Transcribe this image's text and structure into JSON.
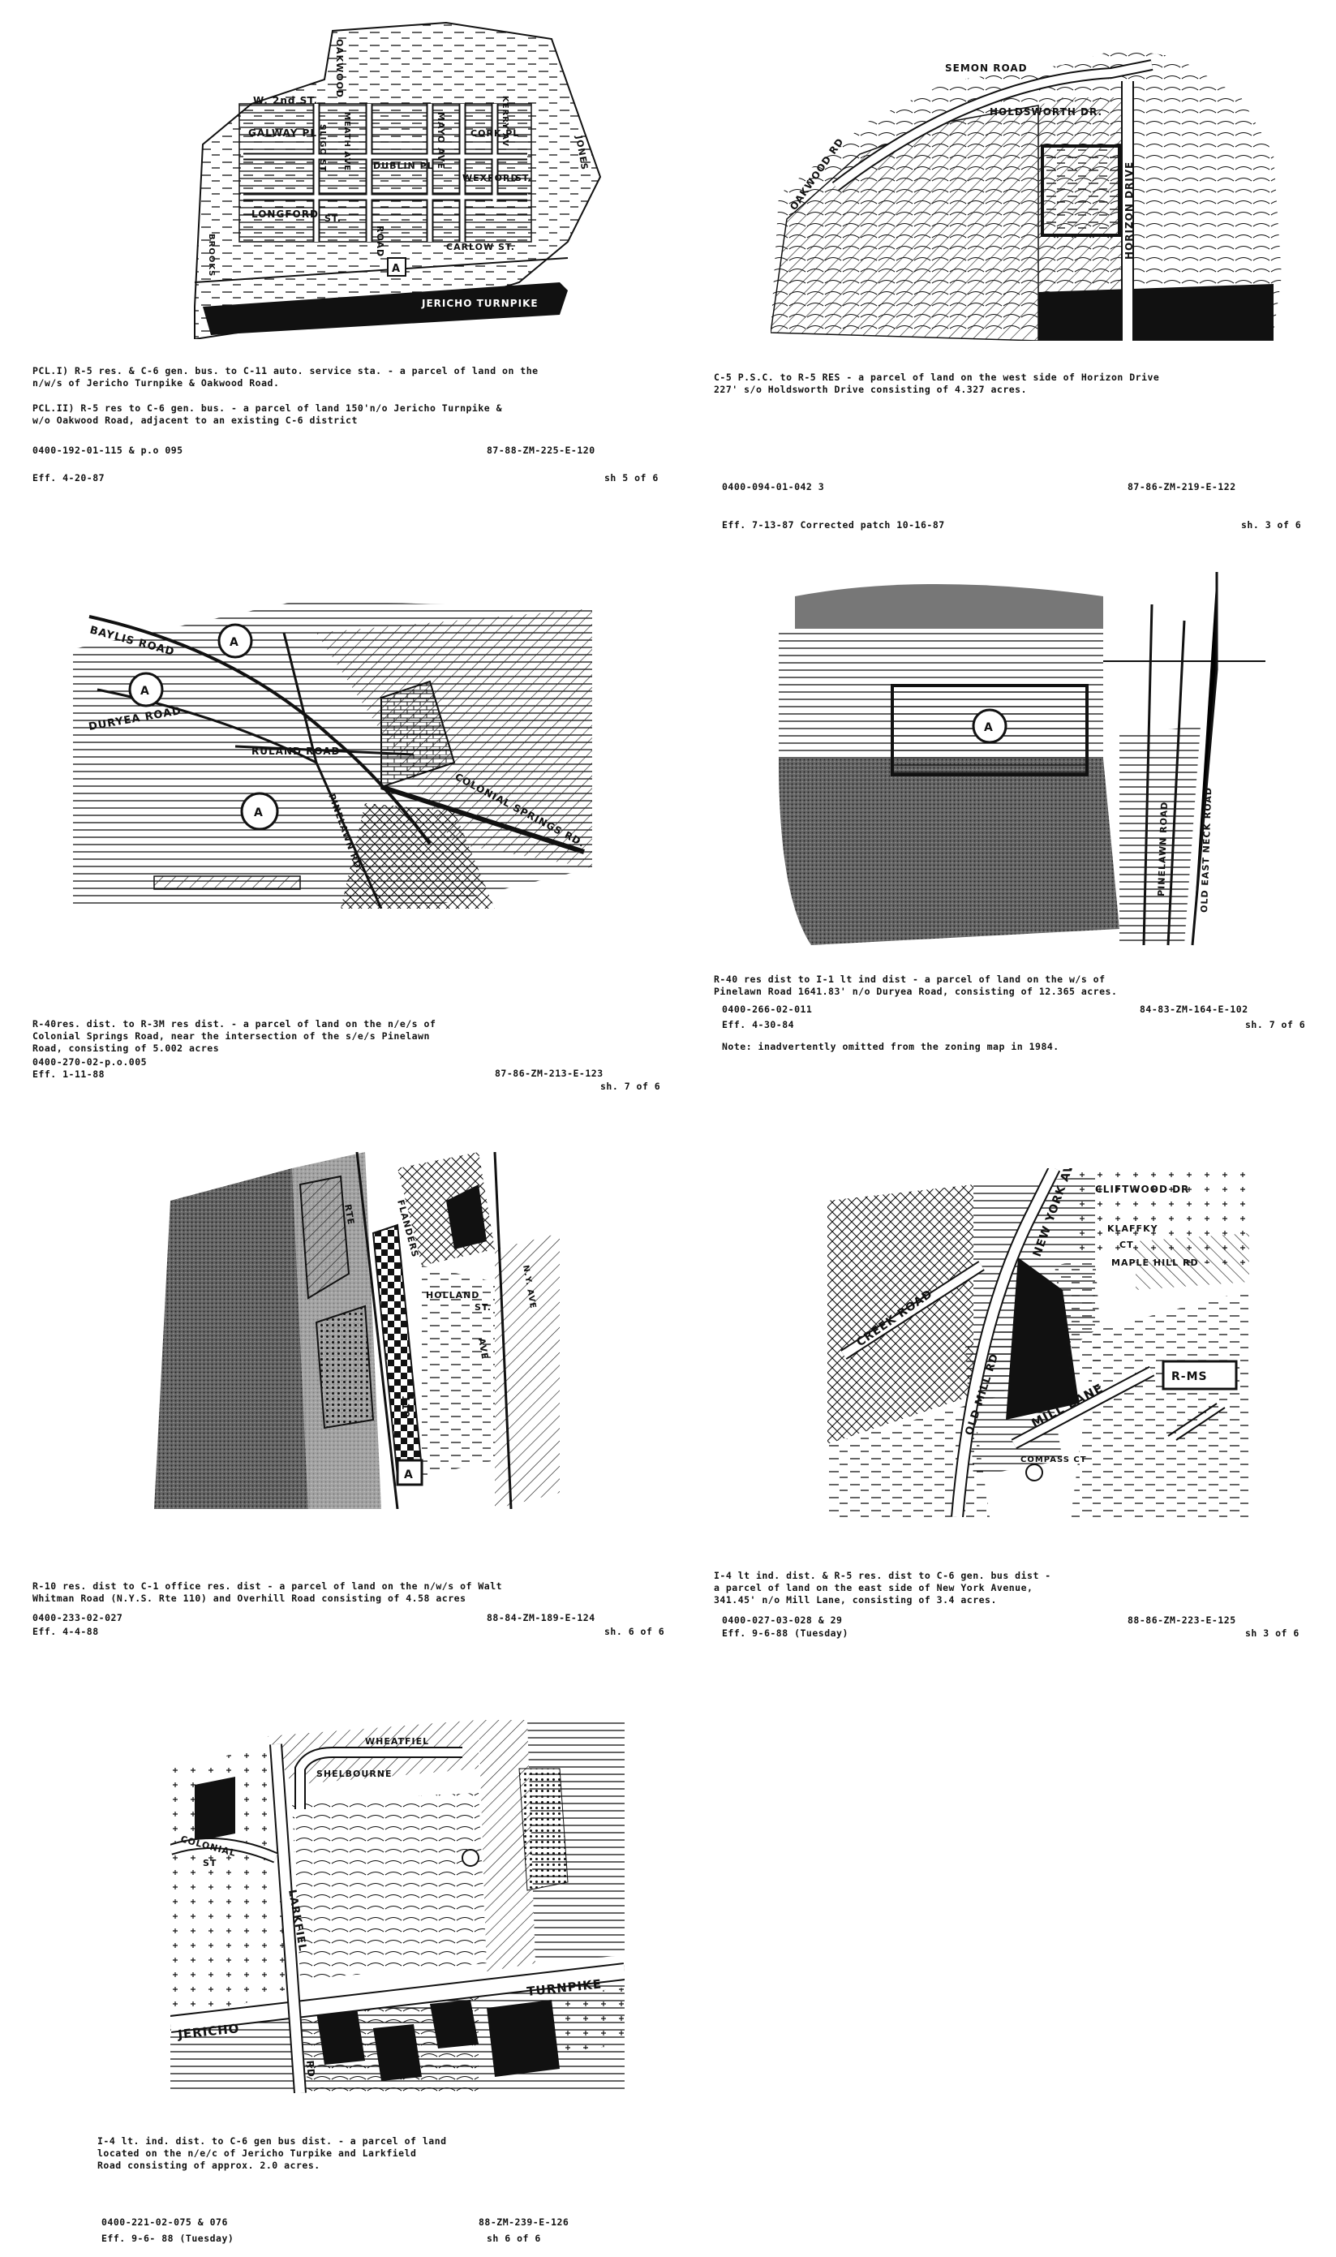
{
  "panels": [
    {
      "labels": [
        "W. 2nd ST.",
        "GALWAY PL",
        "SLIGO ST",
        "MEATH AVE",
        "DUBLIN PL",
        "OAKWOOD",
        "MAYO AVE",
        "CORK PL",
        "KERRY AV",
        "JONES",
        "WEXFORD",
        "ST.",
        "LONGFORD",
        "ST.",
        "ROAD",
        "CARLOW ST.",
        "BROOKS",
        "JERICHO TURNPIKE",
        "A"
      ],
      "caption1": "PCL.I) R-5 res. & C-6 gen. bus. to C-11 auto. service sta. - a parcel of land on the\n      n/w/s of Jericho Turnpike & Oakwood Road.",
      "caption2": "PCL.II) R-5 res to C-6 gen. bus. - a parcel of land 150'n/o Jericho Turnpike &\n      w/o Oakwood Road, adjacent to an existing C-6 district",
      "ref_left": "0400-192-01-115 & p.o 095",
      "ref_right": "87-88-ZM-225-E-120",
      "eff": "Eff. 4-20-87",
      "sheet": "sh 5 of 6"
    },
    {
      "labels": [
        "SEMON ROAD",
        "HOLDSWORTH DR.",
        "OAKWOOD RD",
        "HORIZON DRIVE"
      ],
      "caption1": "C-5 P.S.C. to R-5 RES    - a parcel of land on the west side of Horizon Drive\n227' s/o Holdsworth Drive consisting of 4.327 acres.",
      "ref_left": "0400-094-01-042 3",
      "ref_right": "87-86-ZM-219-E-122",
      "eff": "Eff. 7-13-87  Corrected patch 10-16-87",
      "sheet": "sh. 3 of 6"
    },
    {
      "labels": [
        "BAYLIS ROAD",
        "DURYEA ROAD",
        "RULAND ROAD",
        "COLONIAL SPRINGS RD.",
        "PINELAWN RD.",
        "A",
        "A",
        "A"
      ],
      "caption1": "R-40res. dist. to R-3M res dist. - a parcel of land on the n/e/s of\nColonial Springs Road, near the intersection of the s/e/s Pinelawn\nRoad, consisting of 5.002 acres",
      "ref_left": "0400-270-02-p.o.005",
      "ref_right": "87-86-ZM-213-E-123",
      "eff": "Eff. 1-11-88",
      "sheet": "sh. 7 of 6"
    },
    {
      "labels": [
        "PINELAWN ROAD",
        "OLD EAST NECK ROAD",
        "A"
      ],
      "caption1": "R-40 res dist to I-1 lt ind dist - a parcel of land on the w/s of\nPinelawn Road 1641.83' n/o Duryea Road, consisting of 12.365 acres.",
      "ref_left": "0400-266-02-011",
      "ref_right": "84-83-ZM-164-E-102",
      "eff": "Eff. 4-30-84",
      "sheet": "sh. 7 of 6",
      "note": "Note: inadvertently omitted from the zoning map in 1984."
    },
    {
      "labels": [
        "RTE",
        "FLANDERS",
        "HOLLAND",
        "ST.",
        "AVE",
        "N.Y. AVE",
        "110",
        "A"
      ],
      "caption1": "R-10 res. dist to C-1 office res. dist - a parcel of land on the n/w/s of Walt\nWhitman Road (N.Y.S. Rte 110) and Overhill Road consisting of 4.58 acres",
      "ref_left": "0400-233-02-027",
      "ref_right": "88-84-ZM-189-E-124",
      "eff": "Eff. 4-4-88",
      "sheet": "sh. 6 of 6"
    },
    {
      "labels": [
        "NEW YORK AVE",
        "CREEK ROAD",
        "CLIFTWOOD DR",
        "KLAFFKY",
        "CT",
        "MAPLE HILL RD",
        "OLD MILL RD",
        "MILL LANE",
        "COMPASS CT",
        "R-MS"
      ],
      "caption1": "I-4 lt ind. dist. & R-5 res. dist to C-6 gen. bus dist -\na parcel of land on the east side of New York Avenue,\n341.45' n/o Mill Lane, consisting of 3.4 acres.",
      "ref_left": "0400-027-03-028 & 29",
      "ref_right": "88-86-ZM-223-E-125",
      "eff": "Eff. 9-6-88 (Tuesday)",
      "sheet": "sh 3 of 6"
    },
    {
      "labels": [
        "WHEATFIEL",
        "SHELBOURNE",
        "COLONIAL",
        "ST",
        "LARKFIEL",
        "RD",
        "JERICHO",
        "TURNPIKE"
      ],
      "caption1": "I-4 lt. ind. dist. to C-6 gen bus dist. - a parcel of land\nlocated on the n/e/c of Jericho Turpike and Larkfield\nRoad consisting of approx. 2.0 acres.",
      "ref_left": "0400-221-02-075 & 076",
      "ref_right": "88-ZM-239-E-126",
      "eff": "Eff. 9-6- 88 (Tuesday)",
      "sheet": "sh 6 of 6"
    }
  ],
  "colors": {
    "ink": "#111111",
    "paper": "#ffffff",
    "shade": "#555555"
  }
}
